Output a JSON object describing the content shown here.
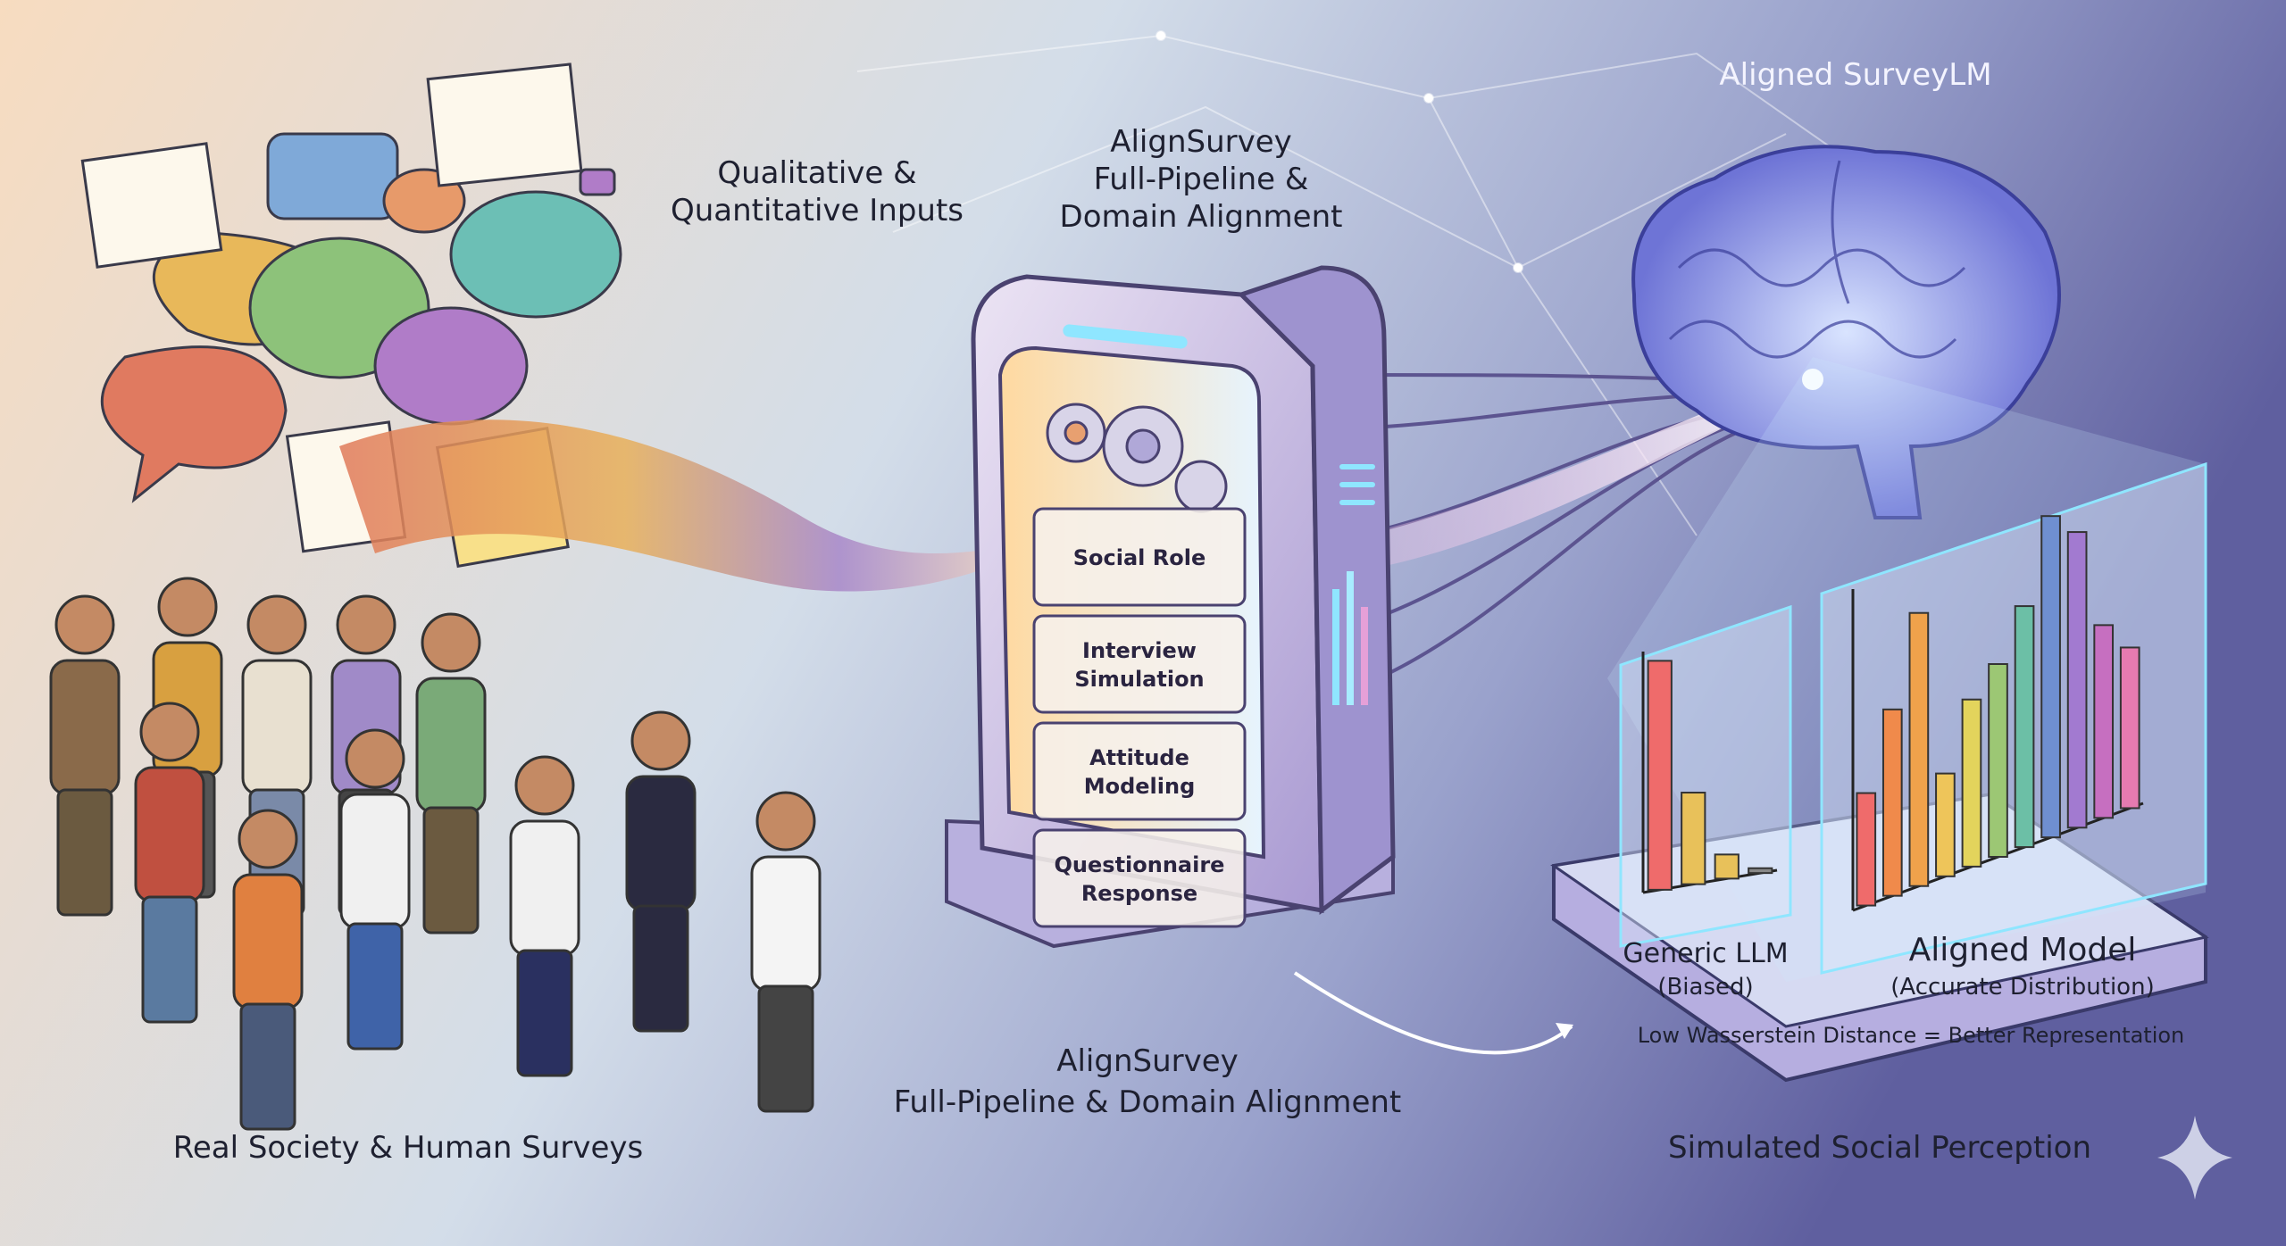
{
  "labels": {
    "inputs": [
      "Qualitative &",
      "Quantitative Inputs"
    ],
    "pipeline_title": [
      "AlignSurvey",
      "Full-Pipeline &",
      "Domain Alignment"
    ],
    "model_title": "Aligned SurveyLM",
    "society": "Real Society & Human Surveys",
    "pipeline_caption": [
      "AlignSurvey",
      "Full-Pipeline & Domain Alignment"
    ],
    "perception": "Simulated Social Perception"
  },
  "pipeline_stages": [
    [
      "Social Role"
    ],
    [
      "Interview",
      "Simulation"
    ],
    [
      "Attitude",
      "Modeling"
    ],
    [
      "Questionnaire",
      "Response"
    ]
  ],
  "panels": {
    "generic": {
      "title": "Generic LLM",
      "subtitle": "(Biased)"
    },
    "aligned": {
      "title": "Aligned Model",
      "subtitle": "(Accurate Distribution)"
    },
    "note": "Low Wasserstein Distance = Better Representation"
  },
  "chart_data": [
    {
      "type": "bar",
      "name": "Generic LLM (Biased)",
      "values": [
        0.95,
        0.38,
        0.1,
        0.02
      ],
      "colors": [
        "#ef6b6b",
        "#e8c15a",
        "#e8c15a",
        "#888888"
      ]
    },
    {
      "type": "bar",
      "name": "Aligned Model (Accurate Distribution)",
      "values": [
        0.35,
        0.58,
        0.85,
        0.32,
        0.52,
        0.6,
        0.75,
        1.0,
        0.92,
        0.6,
        0.5
      ],
      "colors": [
        "#ef6b6b",
        "#f08a4b",
        "#f0a24b",
        "#eec55a",
        "#e3d45c",
        "#9cc774",
        "#6cbfa6",
        "#6f8fd0",
        "#a27ad0",
        "#c66fc0",
        "#e57bb0"
      ]
    }
  ],
  "colors": {
    "bg_left": "#f7dcc0",
    "bg_mid": "#cfdcea",
    "bg_right": "#5f5f9f",
    "accent": "#8fe6ff"
  }
}
